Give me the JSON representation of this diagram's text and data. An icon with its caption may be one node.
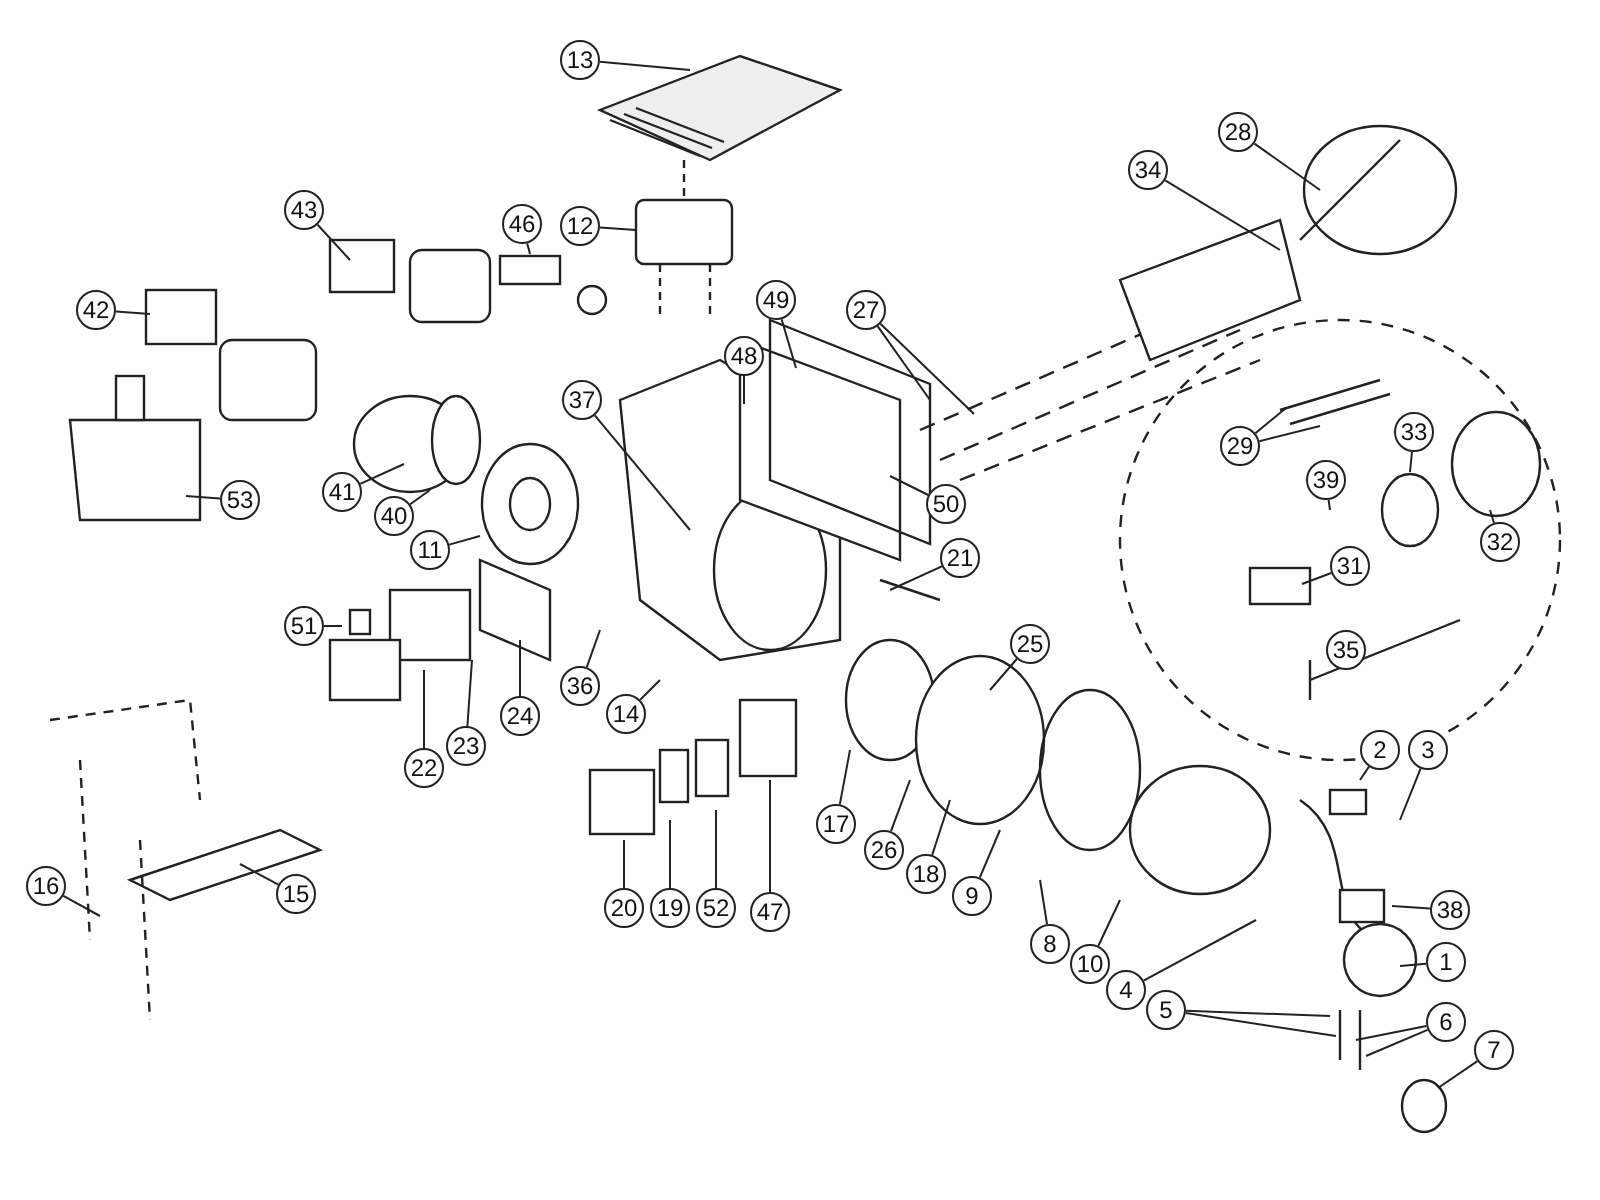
{
  "diagram": {
    "nodes": [
      {
        "text": [
          "13"
        ]
      },
      {
        "text": [
          "28"
        ]
      },
      {
        "text": [
          "34"
        ]
      },
      {
        "text": [
          "43"
        ]
      },
      {
        "text": [
          "46"
        ]
      },
      {
        "text": [
          "12"
        ]
      },
      {
        "text": [
          "42"
        ]
      },
      {
        "text": [
          "49"
        ]
      },
      {
        "text": [
          "27"
        ]
      },
      {
        "text": [
          "48"
        ]
      },
      {
        "text": [
          "37"
        ]
      },
      {
        "text": [
          "29"
        ]
      },
      {
        "text": [
          "53"
        ]
      },
      {
        "text": [
          "41"
        ]
      },
      {
        "text": [
          "33"
        ]
      },
      {
        "text": [
          "40"
        ]
      },
      {
        "text": [
          "39"
        ]
      },
      {
        "text": [
          "11"
        ]
      },
      {
        "text": [
          "50"
        ]
      },
      {
        "text": [
          "32"
        ]
      },
      {
        "text": [
          "21"
        ]
      },
      {
        "text": [
          "31"
        ]
      },
      {
        "text": [
          "51"
        ]
      },
      {
        "text": [
          "25"
        ]
      },
      {
        "text": [
          "35"
        ]
      },
      {
        "text": [
          "36"
        ]
      },
      {
        "text": [
          "24"
        ]
      },
      {
        "text": [
          "14"
        ]
      },
      {
        "text": [
          "23"
        ]
      },
      {
        "text": [
          "22"
        ]
      },
      {
        "text": [
          "2"
        ]
      },
      {
        "text": [
          "3"
        ]
      },
      {
        "text": [
          "17"
        ]
      },
      {
        "text": [
          "26"
        ]
      },
      {
        "text": [
          "18"
        ]
      },
      {
        "text": [
          "15"
        ]
      },
      {
        "text": [
          "16"
        ]
      },
      {
        "text": [
          "9"
        ]
      },
      {
        "text": [
          "20"
        ]
      },
      {
        "text": [
          "19"
        ]
      },
      {
        "text": [
          "52"
        ]
      },
      {
        "text": [
          "47"
        ]
      },
      {
        "text": [
          "38"
        ]
      },
      {
        "text": [
          "8"
        ]
      },
      {
        "text": [
          "10"
        ]
      },
      {
        "text": [
          "1"
        ]
      },
      {
        "text": [
          "4"
        ]
      },
      {
        "text": [
          "5"
        ]
      },
      {
        "text": [
          "6"
        ]
      },
      {
        "text": [
          "7"
        ]
      }
    ],
    "edges": [
      {
        "from": 0,
        "to": null,
        "arrow": "none"
      },
      {
        "from": 1,
        "to": null,
        "arrow": "none"
      },
      {
        "from": 2,
        "to": null,
        "arrow": "none"
      },
      {
        "from": 3,
        "to": null,
        "arrow": "none"
      },
      {
        "from": 4,
        "to": null,
        "arrow": "none"
      },
      {
        "from": 5,
        "to": null,
        "arrow": "none"
      },
      {
        "from": 6,
        "to": null,
        "arrow": "none"
      },
      {
        "from": 7,
        "to": null,
        "arrow": "none"
      },
      {
        "from": 8,
        "to": null,
        "arrow": "none"
      },
      {
        "from": 8,
        "to": null,
        "arrow": "none"
      },
      {
        "from": 9,
        "to": null,
        "arrow": "none"
      },
      {
        "from": 10,
        "to": null,
        "arrow": "none"
      },
      {
        "from": 11,
        "to": null,
        "arrow": "none"
      },
      {
        "from": 11,
        "to": null,
        "arrow": "none"
      },
      {
        "from": 12,
        "to": null,
        "arrow": "none"
      },
      {
        "from": 13,
        "to": null,
        "arrow": "none"
      },
      {
        "from": 14,
        "to": null,
        "arrow": "none"
      },
      {
        "from": 15,
        "to": null,
        "arrow": "none"
      },
      {
        "from": 16,
        "to": null,
        "arrow": "none"
      },
      {
        "from": 17,
        "to": null,
        "arrow": "none"
      },
      {
        "from": 18,
        "to": null,
        "arrow": "none"
      },
      {
        "from": 19,
        "to": null,
        "arrow": "none"
      },
      {
        "from": 20,
        "to": null,
        "arrow": "none"
      },
      {
        "from": 21,
        "to": null,
        "arrow": "none"
      },
      {
        "from": 22,
        "to": null,
        "arrow": "none"
      },
      {
        "from": 23,
        "to": null,
        "arrow": "none"
      },
      {
        "from": 25,
        "to": null,
        "arrow": "none"
      },
      {
        "from": 26,
        "to": null,
        "arrow": "none"
      },
      {
        "from": 27,
        "to": null,
        "arrow": "none"
      },
      {
        "from": 28,
        "to": null,
        "arrow": "none"
      },
      {
        "from": 29,
        "to": null,
        "arrow": "none"
      },
      {
        "from": 30,
        "to": null,
        "arrow": "none"
      },
      {
        "from": 31,
        "to": null,
        "arrow": "none"
      },
      {
        "from": 32,
        "to": null,
        "arrow": "none"
      },
      {
        "from": 33,
        "to": null,
        "arrow": "none"
      },
      {
        "from": 34,
        "to": null,
        "arrow": "none"
      },
      {
        "from": 35,
        "to": null,
        "arrow": "none"
      },
      {
        "from": 36,
        "to": null,
        "arrow": "none"
      },
      {
        "from": 37,
        "to": null,
        "arrow": "none"
      },
      {
        "from": 38,
        "to": null,
        "arrow": "none"
      },
      {
        "from": 39,
        "to": null,
        "arrow": "none"
      },
      {
        "from": 40,
        "to": null,
        "arrow": "none"
      },
      {
        "from": 41,
        "to": null,
        "arrow": "none"
      },
      {
        "from": 42,
        "to": null,
        "arrow": "none"
      },
      {
        "from": 43,
        "to": null,
        "arrow": "none"
      },
      {
        "from": 44,
        "to": null,
        "arrow": "none"
      },
      {
        "from": 45,
        "to": null,
        "arrow": "none"
      },
      {
        "from": 46,
        "to": null,
        "arrow": "none"
      },
      {
        "from": 47,
        "to": null,
        "arrow": "none"
      },
      {
        "from": 47,
        "to": null,
        "arrow": "none"
      },
      {
        "from": 48,
        "to": null,
        "arrow": "none"
      },
      {
        "from": 48,
        "to": null,
        "arrow": "none"
      },
      {
        "from": 49,
        "to": null,
        "arrow": "none"
      }
    ]
  }
}
